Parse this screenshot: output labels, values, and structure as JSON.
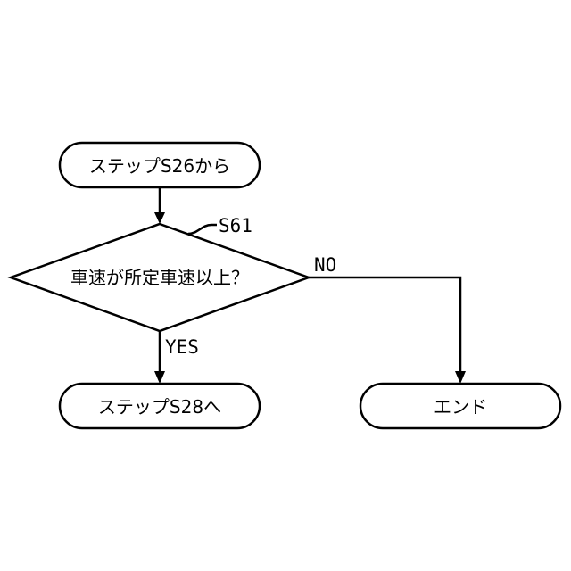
{
  "nodes": {
    "start": "ステップS26から",
    "decision": "車速が所定車速以上？",
    "yes_target": "ステップS28へ",
    "no_target": "エンド"
  },
  "labels": {
    "step_id": "S61",
    "yes": "YES",
    "no": "NO"
  }
}
